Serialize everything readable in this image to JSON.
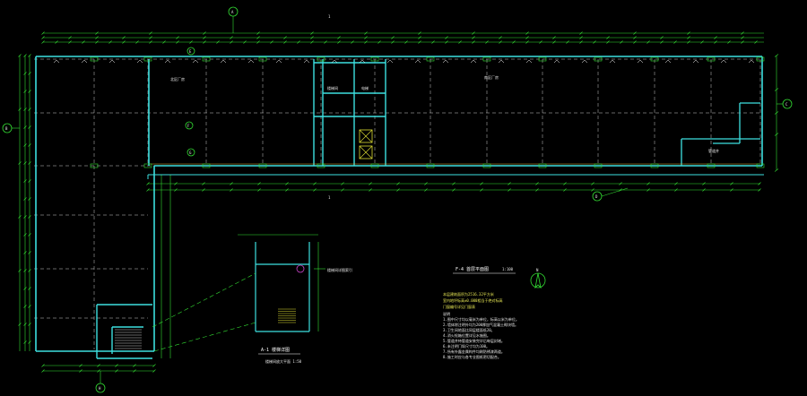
{
  "drawing": {
    "background": "#000000",
    "colors": {
      "wall": "#3de0e0",
      "dimension": "#33dd33",
      "grid": "#ffffff",
      "text": "#e8e8e8",
      "note": "#e8e855",
      "accent": "#cc44cc",
      "pipe": "#ddaa33"
    },
    "section_marks": {
      "top": "1",
      "bottom": "1"
    },
    "grid_bubbles": [
      {
        "label": "A"
      },
      {
        "label": "B"
      },
      {
        "label": "C"
      },
      {
        "label": "D"
      },
      {
        "label": "E"
      },
      {
        "label": "F"
      },
      {
        "label": "G"
      },
      {
        "label": "H"
      }
    ],
    "main_plan": {
      "title": "F-4 首层平面图",
      "scale": "1:100",
      "room_labels": [
        "北区厂房",
        "南区厂房",
        "楼梯间",
        "电梯",
        "管道井"
      ]
    },
    "detail_plan": {
      "title": "A-1 楼梯详图",
      "subtitle": "楼梯间放大平面 1:50",
      "callout": "楼梯间详图索引"
    },
    "notes": {
      "heading": "说明",
      "lines": [
        "本层建筑面积为2516.32平方米",
        "室内地坪标高±0.000相当于绝对标高",
        "门窗编号详见门窗表",
        "1.图中尺寸均以毫米为单位，标高以米为单位。",
        "2.墙体除注明外均为200厚加气混凝土砌块墙。",
        "3.卫生间地面比同层楼面低20。",
        "4.消火栓箱位置详见水施图。",
        "5.管道井待管道安装完毕后每层封堵。",
        "6.未注明门垛尺寸均为100。",
        "7.所有外露金属构件均刷防锈漆两道。",
        "8.施工时应与各专业图纸密切配合。"
      ]
    },
    "north_arrow": {
      "label": "N"
    }
  }
}
